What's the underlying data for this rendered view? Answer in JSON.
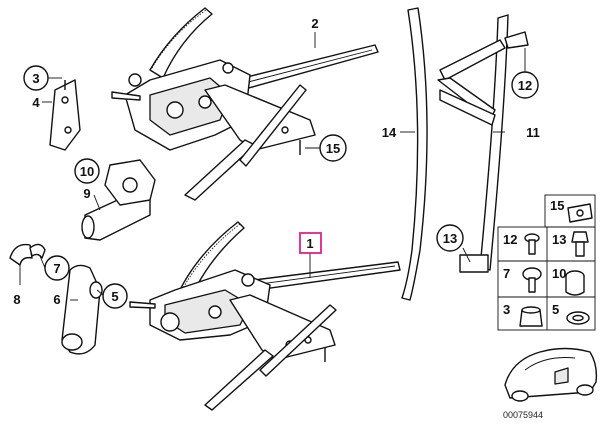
{
  "diagram_id": "00075944",
  "highlighted_callout": "1",
  "callouts": {
    "c1": "1",
    "c2": "2",
    "c3": "3",
    "c4": "4",
    "c5": "5",
    "c6": "6",
    "c7": "7",
    "c8": "8",
    "c9": "9",
    "c10": "10",
    "c11": "11",
    "c12": "12",
    "c13": "13",
    "c14": "14",
    "c15": "15"
  },
  "legend": {
    "r1a": "15",
    "r2a": "12",
    "r2b": "13",
    "r3a": "7",
    "r3b": "10",
    "r4a": "3",
    "r4b": "5"
  },
  "colors": {
    "highlight": "#e0218a",
    "stroke": "#111111"
  }
}
